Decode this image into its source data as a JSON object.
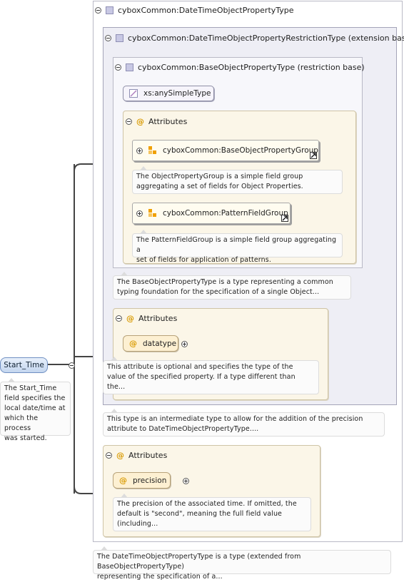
{
  "element": {
    "name": "Start_Time",
    "doc": [
      "The Start_Time",
      "field specifies the",
      "local date/time at",
      "which the process",
      "was started."
    ]
  },
  "type_l1": {
    "name": "cyboxCommon:DateTimeObjectPropertyType",
    "doc": [
      "The DateTimeObjectPropertyType is a type (extended from BaseObjectPropertyType)",
      "representing the specification of a..."
    ]
  },
  "type_l2": {
    "name": "cyboxCommon:DateTimeObjectPropertyRestrictionType (extension base)",
    "doc": [
      "This type is an intermediate type to allow for the addition of the precision",
      "attribute to DateTimeObjectPropertyType...."
    ]
  },
  "type_l3": {
    "name": "cyboxCommon:BaseObjectPropertyType (restriction base)",
    "doc": [
      "The BaseObjectPropertyType is a type representing a common",
      "typing foundation for the specification of a single Object..."
    ]
  },
  "simple_type": {
    "name": "xs:anySimpleType"
  },
  "attrs_inner": {
    "label": "Attributes",
    "group1": {
      "name": "cyboxCommon:BaseObjectPropertyGroup",
      "doc": [
        "The ObjectPropertyGroup is a simple field group",
        "aggregating a set of fields for Object Properties."
      ]
    },
    "group2": {
      "name": "cyboxCommon:PatternFieldGroup",
      "doc": [
        "The PatternFieldGroup is a simple field group aggregating a",
        "set of fields for application of patterns."
      ]
    }
  },
  "attrs_mid": {
    "label": "Attributes",
    "attr": {
      "name": "datatype",
      "doc": [
        "This attribute is optional and specifies the type of the",
        "value of the specified property. If a type different than",
        "the..."
      ]
    }
  },
  "attrs_outer": {
    "label": "Attributes",
    "attr": {
      "name": "precision",
      "doc": [
        "The precision of the associated time. If omitted, the",
        "default is \"second\", meaning the full field value",
        "(including..."
      ]
    }
  },
  "icons": {
    "at": "@"
  },
  "colors": {
    "accent": "#d99a00",
    "element": "#c4d6ef",
    "type": "#eeeef5"
  }
}
